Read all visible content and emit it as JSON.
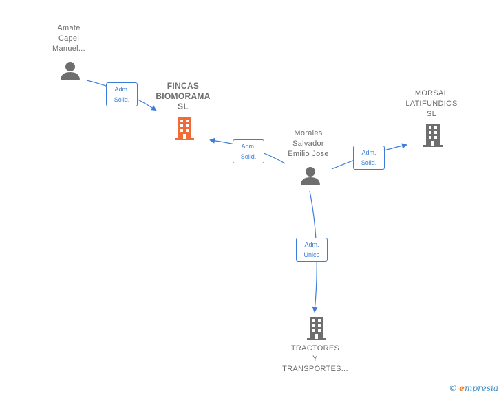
{
  "nodes": {
    "amate": {
      "label_lines": [
        "Amate",
        "Capel",
        "Manuel..."
      ],
      "type": "person"
    },
    "fincas": {
      "label_lines": [
        "FINCAS",
        "BIOMORAMA",
        "SL"
      ],
      "type": "company",
      "highlight": true
    },
    "morales": {
      "label_lines": [
        "Morales",
        "Salvador",
        "Emilio Jose"
      ],
      "type": "person"
    },
    "morsal": {
      "label_lines": [
        "MORSAL",
        "LATIFUNDIOS",
        "SL"
      ],
      "type": "company"
    },
    "tractores": {
      "label_lines": [
        "TRACTORES",
        "Y",
        "TRANSPORTES..."
      ],
      "type": "company"
    }
  },
  "edges": {
    "amate_fincas": {
      "lines": [
        "Adm.",
        "Solid."
      ]
    },
    "morales_fincas": {
      "lines": [
        "Adm.",
        "Solid."
      ]
    },
    "morales_morsal": {
      "lines": [
        "Adm.",
        "Solid."
      ]
    },
    "morales_tractores": {
      "lines": [
        "Adm.",
        "Unico"
      ]
    }
  },
  "colors": {
    "edge": "#3b7dd8",
    "company_icon": "#6e6e6e",
    "company_highlight_icon": "#f26a35",
    "person_icon": "#6e6e6e"
  },
  "footer": {
    "copyright_symbol": "©",
    "brand_initial": "e",
    "brand_rest": "mpresia"
  }
}
